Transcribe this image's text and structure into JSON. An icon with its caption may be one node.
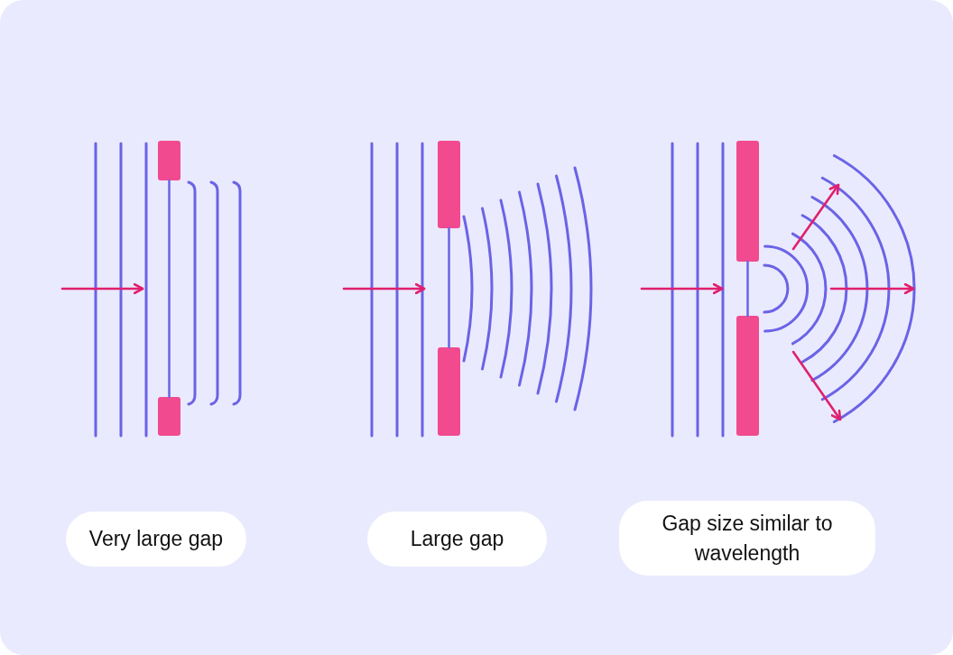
{
  "diagram": {
    "nodes": [
      {
        "text": [
          "Very large gap"
        ]
      },
      {
        "text": [
          "Large gap"
        ]
      },
      {
        "text": [
          "Gap size similar to wavelength"
        ]
      }
    ],
    "edges": []
  }
}
